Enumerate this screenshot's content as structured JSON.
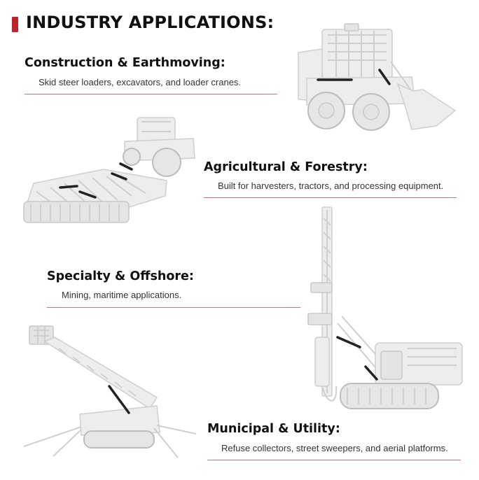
{
  "header": {
    "title": "INDUSTRY APPLICATIONS:",
    "accent_color": "#c0222a"
  },
  "sections": [
    {
      "title": "Construction & Earthmoving:",
      "description": "Skid steer loaders, excavators, and loader cranes.",
      "image": "skid-steer-loader-illustration"
    },
    {
      "title": "Agricultural & Forestry:",
      "description": "Built for harvesters, tractors, and processing equipment.",
      "image": "tractor-with-disc-harrow-illustration"
    },
    {
      "title": "Specialty & Offshore:",
      "description": "Mining, maritime applications.",
      "image": "drilling-rig-illustration"
    },
    {
      "title": "Municipal & Utility:",
      "description": "Refuse collectors, street sweepers, and aerial platforms.",
      "image": "aerial-boom-lift-illustration"
    }
  ],
  "rule_color": "#c87878"
}
